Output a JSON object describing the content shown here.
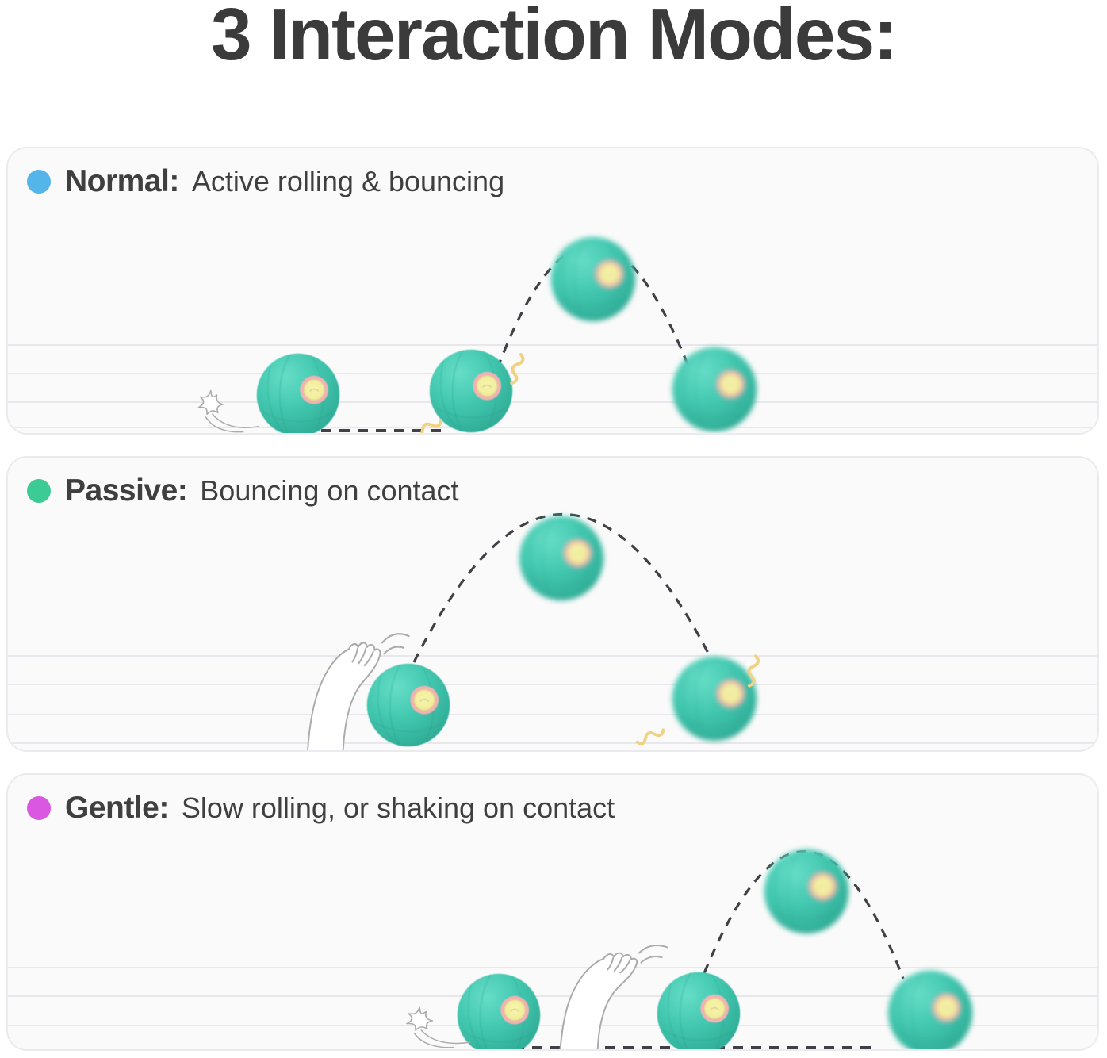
{
  "title": "3 Interaction Modes:",
  "modes": [
    {
      "name": "normal",
      "label": "Normal:",
      "description": "Active rolling & bouncing"
    },
    {
      "name": "passive",
      "label": "Passive:",
      "description": "Bouncing on contact"
    },
    {
      "name": "gentle",
      "label": "Gentle:",
      "description": "Slow rolling, or shaking on contact"
    }
  ],
  "colors": {
    "page_bg": "#ffffff",
    "panel_bg": "#fafafa",
    "panel_border": "#ebebef",
    "floor_line": "#e8e8ec",
    "title_text": "#3b3b3b",
    "heading_text": "#3f3f3f",
    "normal_dot": "#54b5ea",
    "passive_dot": "#3ccb94",
    "gentle_dot": "#d957e1",
    "ball_teal": "#43c8b0",
    "ball_teal_dark": "#2aa38f",
    "ball_highlight": "#63dcc6",
    "eye_ring_pink": "#f3b1b4",
    "eye_center_yellow": "#f1ee9d",
    "squiggle_yellow": "#f0d284",
    "dash": "#404046",
    "sketch_stroke": "#ababab"
  },
  "icons": {
    "ball": "pet-ball-icon",
    "paw": "cat-paw-icon",
    "swoosh": "impact-swoosh-icon",
    "squiggle": "vibration-squiggle-icon"
  }
}
